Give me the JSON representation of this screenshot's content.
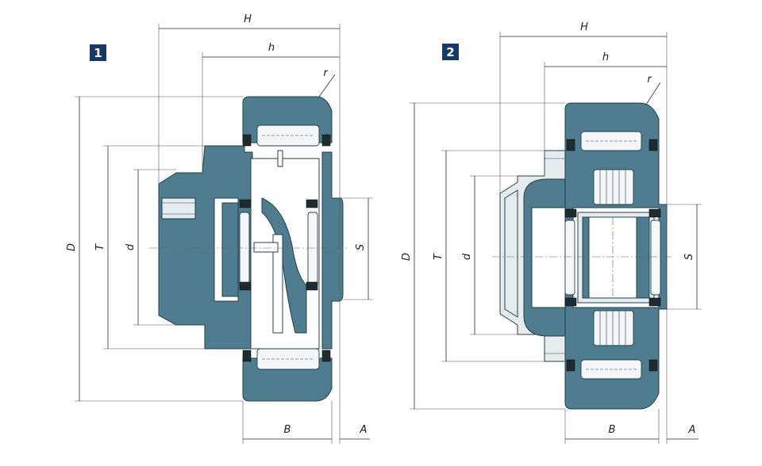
{
  "figures": [
    {
      "number": "1",
      "labels": {
        "H": "H",
        "h": "h",
        "r": "r",
        "D": "D",
        "T": "T",
        "d": "d",
        "S": "S",
        "B": "B",
        "A": "A"
      }
    },
    {
      "number": "2",
      "labels": {
        "H": "H",
        "h": "h",
        "r": "r",
        "D": "D",
        "T": "T",
        "d": "d",
        "S": "S",
        "B": "B",
        "A": "A"
      }
    }
  ],
  "colors": {
    "steel": "#4f7d8f",
    "outline": "#22404c",
    "badge": "#163a66"
  }
}
